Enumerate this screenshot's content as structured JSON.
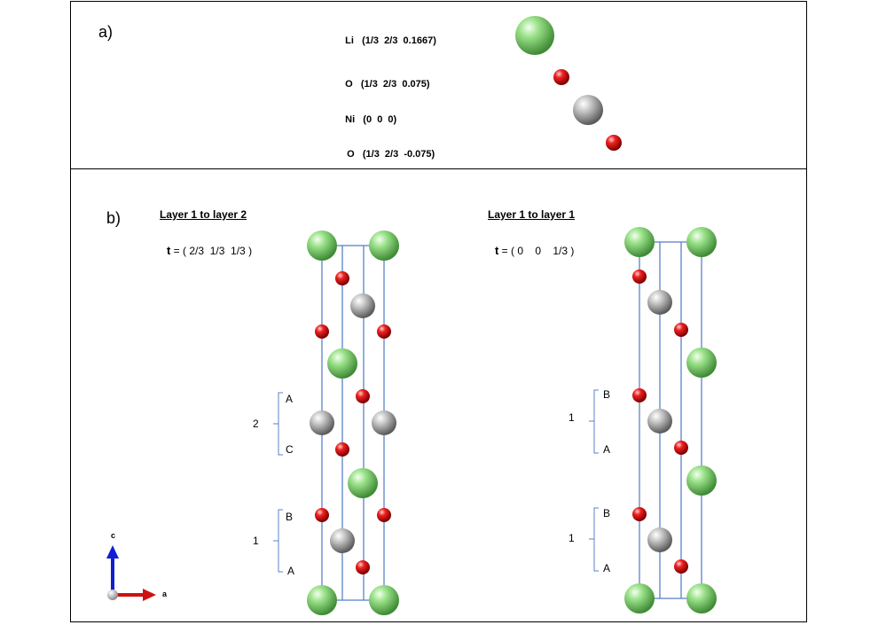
{
  "panel_a": {
    "label": "a)",
    "positions": [
      {
        "element": "Li",
        "coords": "(1/3  2/3  0.1667)",
        "atom": "Li"
      },
      {
        "element": "O",
        "coords": "(1/3  2/3  0.075)",
        "atom": "O"
      },
      {
        "element": "Ni",
        "coords": "(0  0  0)",
        "atom": "Ni"
      },
      {
        "element": "O",
        "coords": "(1/3  2/3  -0.075)",
        "atom": "O"
      }
    ]
  },
  "panel_b": {
    "label": "b)",
    "left": {
      "heading": "Layer 1 to layer 2",
      "t_symbol": "t",
      "t_value": " = ( 2/3  1/3  1/3 )",
      "groups": [
        {
          "number": "2",
          "top": "A",
          "bottom": "C"
        },
        {
          "number": "1",
          "top": "B",
          "bottom": "A"
        }
      ]
    },
    "right": {
      "heading": "Layer 1 to layer 1",
      "t_symbol": "t",
      "t_value": " = ( 0    0    1/3 )",
      "groups": [
        {
          "number": "1",
          "top": "B",
          "bottom": "A"
        },
        {
          "number": "1",
          "top": "B",
          "bottom": "A"
        }
      ]
    },
    "axes": {
      "c": "c",
      "a": "a"
    }
  },
  "colors": {
    "Li": "#7ed36c",
    "O": "#e01010",
    "Ni": "#b4b4b4",
    "cell": "#5b82c8",
    "axis_c": "#1020d0",
    "axis_a": "#d01010"
  }
}
